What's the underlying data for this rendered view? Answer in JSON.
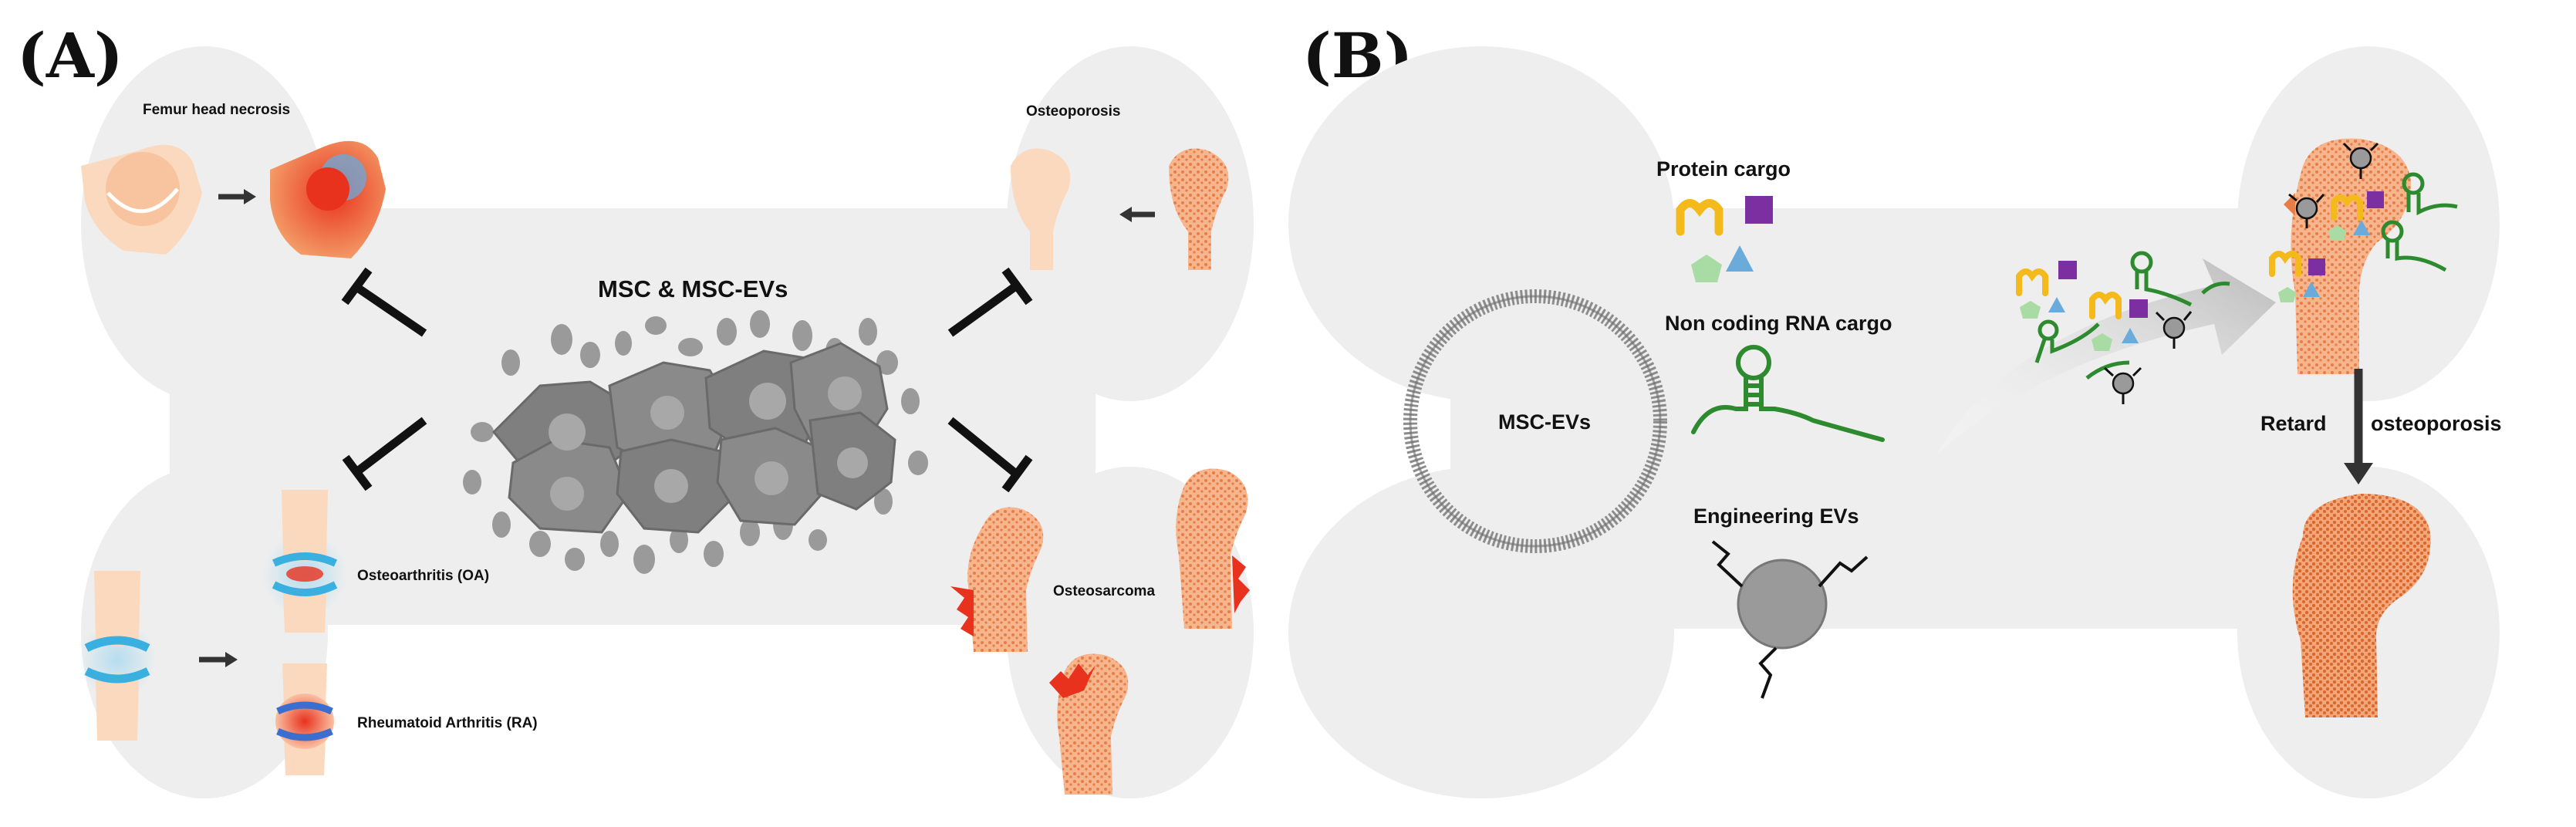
{
  "panel_a": {
    "label": "(A)",
    "center_title": "MSC & MSC-EVs",
    "diseases": {
      "femur_head_necrosis": "Femur head necrosis",
      "osteoporosis": "Osteoporosis",
      "osteoarthritis": "Osteoarthritis (OA)",
      "rheumatoid_arthritis": "Rheumatoid Arthritis (RA)",
      "osteosarcoma": "Osteosarcoma"
    }
  },
  "panel_b": {
    "label": "(B)",
    "vesicle_label": "MSC-EVs",
    "protein_cargo": "Protein cargo",
    "ncrna_cargo": "Non coding RNA cargo",
    "engineering_evs": "Engineering EVs",
    "retard": "Retard",
    "outcome": "osteoporosis"
  },
  "colors": {
    "bone_bg": "#eeeeee",
    "bone_light": "#fbd9bf",
    "bone_mid": "#f5a97f",
    "inflamed_red": "#e8321e",
    "cartilage_blue": "#3ab0e0",
    "msc_gray": "#8c8c8c",
    "protein_yellow": "#f4b91a",
    "protein_purple": "#7b2fa0",
    "protein_blue": "#6aabdc",
    "protein_green": "#a9dca4",
    "rna_green": "#2e8a2e",
    "ev_gray": "#9a9a9a"
  }
}
